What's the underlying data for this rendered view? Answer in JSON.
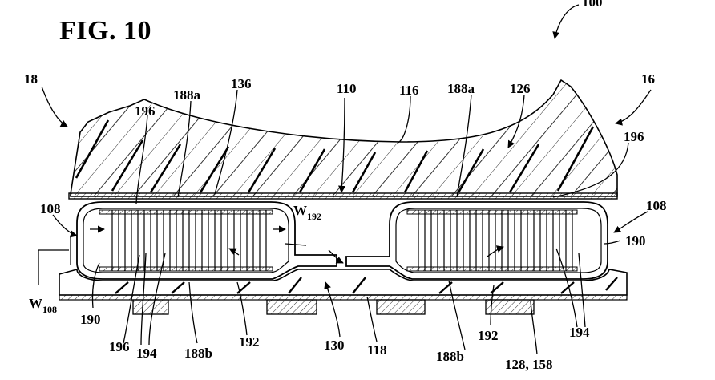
{
  "figure": {
    "title": "FIG. 10"
  },
  "labels": {
    "l100": "100",
    "l18": "18",
    "l16": "16",
    "l196a": "196",
    "l188a_left": "188a",
    "l136": "136",
    "l110": "110",
    "l116": "116",
    "l188a_right": "188a",
    "l126": "126",
    "l196b": "196",
    "l108_left": "108",
    "l108_right": "108",
    "w192_main": "W",
    "w192_sub": "192",
    "l190_right": "190",
    "w108_main": "W",
    "w108_sub": "108",
    "l190_left": "190",
    "l196c": "196",
    "l194_left": "194",
    "l188b_left": "188b",
    "l192_left": "192",
    "l130": "130",
    "l118": "118",
    "l188b_right": "188b",
    "l192_right": "192",
    "l194_right": "194",
    "l128_158": "128, 158"
  }
}
